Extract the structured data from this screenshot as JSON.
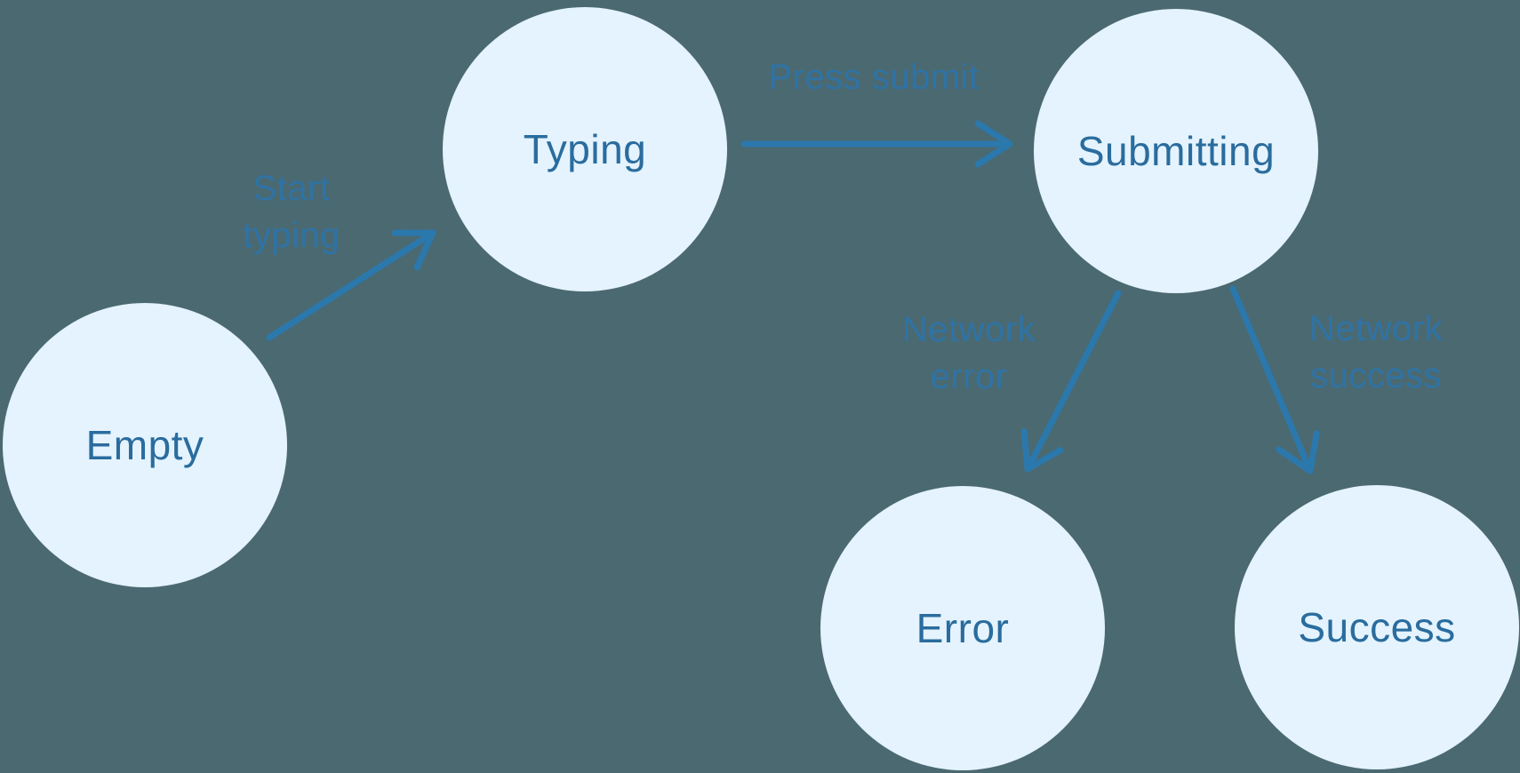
{
  "diagram": {
    "type": "state-machine",
    "states": [
      {
        "id": "empty",
        "label": "Empty"
      },
      {
        "id": "typing",
        "label": "Typing"
      },
      {
        "id": "submitting",
        "label": "Submitting"
      },
      {
        "id": "error",
        "label": "Error"
      },
      {
        "id": "success",
        "label": "Success"
      }
    ],
    "transitions": [
      {
        "from": "empty",
        "to": "typing",
        "label": "Start\ntyping"
      },
      {
        "from": "typing",
        "to": "submitting",
        "label": "Press submit"
      },
      {
        "from": "submitting",
        "to": "error",
        "label": "Network\nerror"
      },
      {
        "from": "submitting",
        "to": "success",
        "label": "Network\nsuccess"
      }
    ],
    "colors": {
      "background": "#4b6971",
      "node_fill": "#e4f3fd",
      "node_text": "#2a6c9e",
      "arrow": "#2b78ad",
      "edge_label_text": "#2f73a5"
    }
  }
}
